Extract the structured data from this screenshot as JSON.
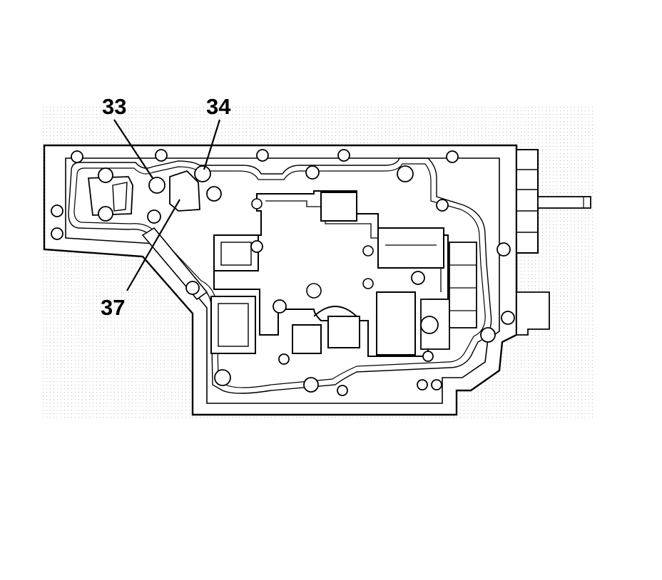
{
  "diagram": {
    "callouts": [
      {
        "id": "c33",
        "label": "33"
      },
      {
        "id": "c34",
        "label": "34"
      },
      {
        "id": "c37",
        "label": "37"
      }
    ]
  }
}
